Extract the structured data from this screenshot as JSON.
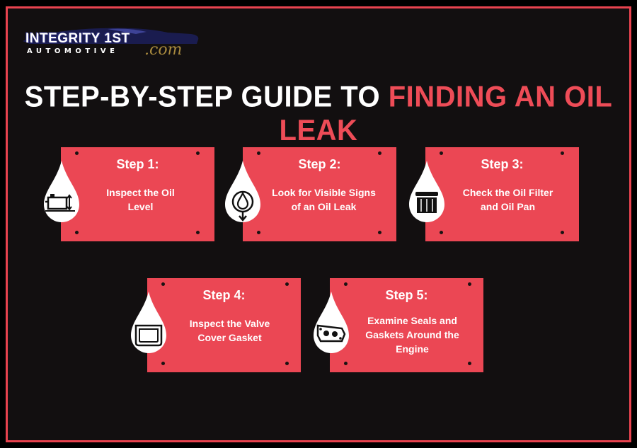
{
  "logo": {
    "brand": "INTEGRITY 1ST",
    "tagline": "AUTOMOTIVE",
    "domain": ".com"
  },
  "title": {
    "part1": "STEP-BY-STEP GUIDE TO ",
    "part2": "FINDING AN OIL LEAK"
  },
  "colors": {
    "background": "#120f10",
    "accent": "#eb4754",
    "text": "#ffffff"
  },
  "steps": [
    {
      "title": "Step 1:",
      "description": "Inspect the Oil Level",
      "icon": "oil-level-gauge-icon"
    },
    {
      "title": "Step 2:",
      "description": "Look for Visible Signs of an Oil Leak",
      "icon": "oil-leak-drop-icon"
    },
    {
      "title": "Step 3:",
      "description": "Check the Oil Filter and Oil Pan",
      "icon": "oil-filter-icon"
    },
    {
      "title": "Step 4:",
      "description": "Inspect the Valve Cover Gasket",
      "icon": "valve-cover-gasket-icon"
    },
    {
      "title": "Step 5:",
      "description": "Examine Seals and Gaskets Around the Engine",
      "icon": "engine-gasket-icon"
    }
  ]
}
